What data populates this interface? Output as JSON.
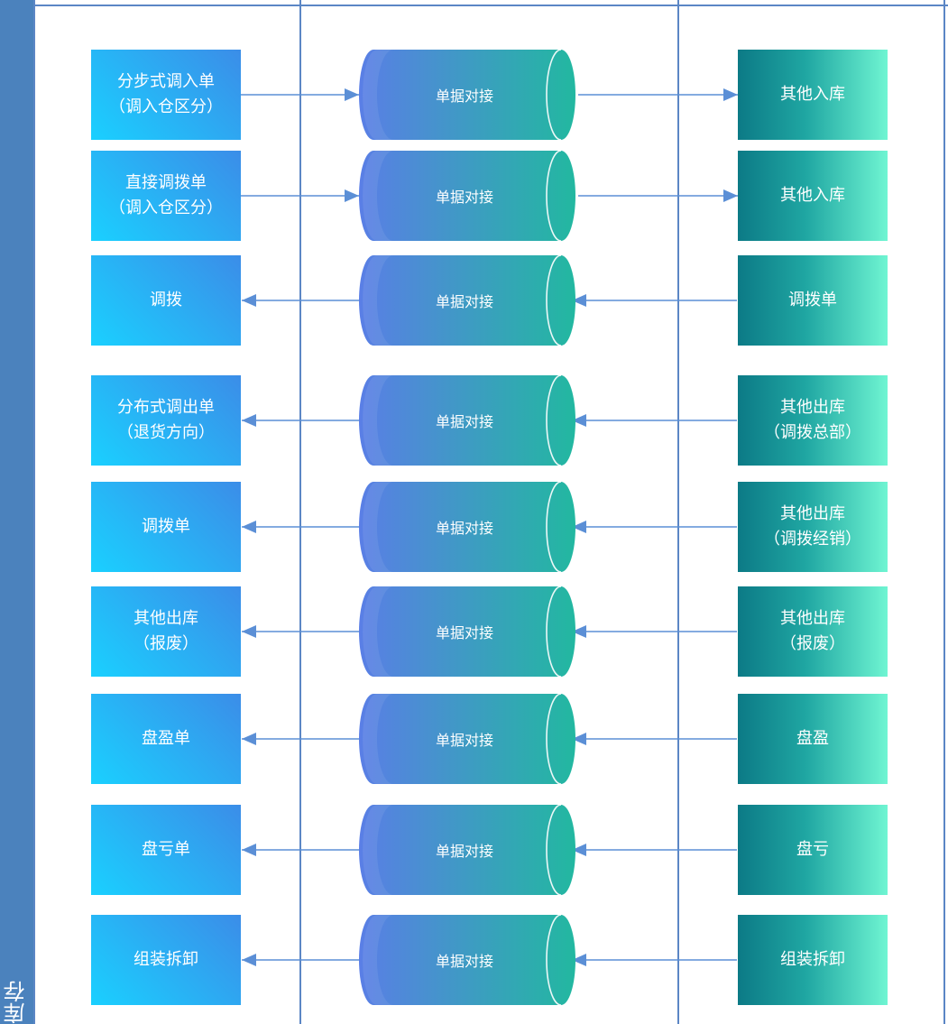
{
  "lane": {
    "label": "库存"
  },
  "connector_label": "单据对接",
  "rows": [
    {
      "left": "分步式调入单\n（调入仓区分）",
      "right": "其他入库",
      "direction": "right"
    },
    {
      "left": "直接调拨单\n（调入仓区分）",
      "right": "其他入库",
      "direction": "right"
    },
    {
      "left": "调拨",
      "right": "调拨单",
      "direction": "left"
    },
    {
      "left": "分布式调出单\n（退货方向）",
      "right": "其他出库\n（调拨总部）",
      "direction": "left"
    },
    {
      "left": "调拨单",
      "right": "其他出库\n（调拨经销）",
      "direction": "left"
    },
    {
      "left": "其他出库\n（报废）",
      "right": "其他出库\n（报废）",
      "direction": "left"
    },
    {
      "left": "盘盈单",
      "right": "盘盈",
      "direction": "left"
    },
    {
      "left": "盘亏单",
      "right": "盘亏",
      "direction": "left"
    },
    {
      "left": "组装拆卸",
      "right": "组装拆卸",
      "direction": "left"
    }
  ],
  "colors": {
    "lane": "#4b82bd",
    "border": "#5b86c5",
    "arrow": "#5b8fd6",
    "left_box_from": "#1ad0ff",
    "left_box_to": "#3b8de8",
    "right_box_from": "#0c7a86",
    "right_box_to": "#6ff5d2",
    "connector_from": "#5a7ee6",
    "connector_to": "#22b8a0"
  }
}
